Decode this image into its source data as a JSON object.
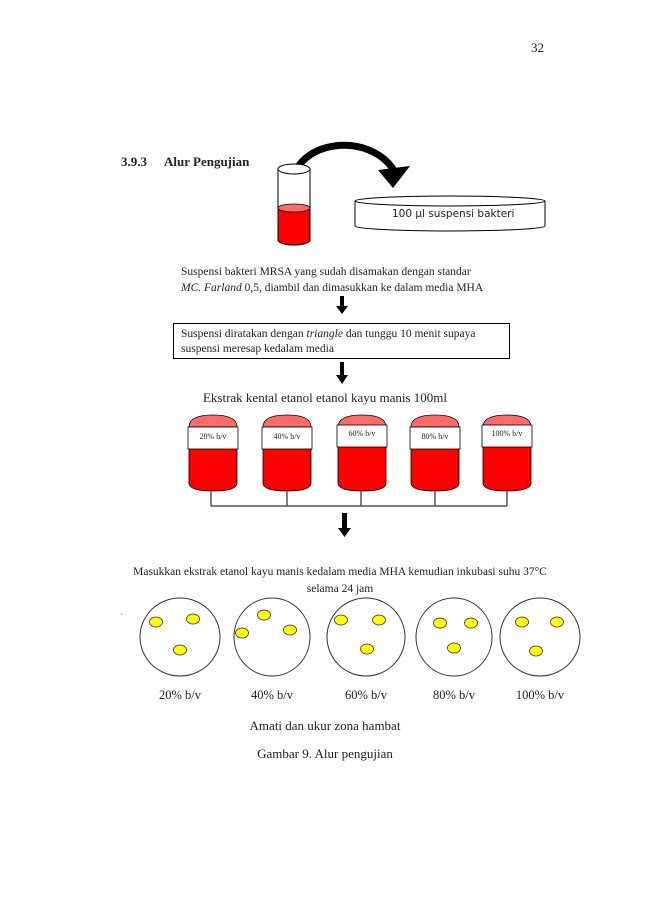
{
  "page": {
    "number": "32"
  },
  "section": {
    "number": "3.9.3",
    "title": "Alur Pengujian"
  },
  "figure": {
    "dish_label": "100 µl suspensi bakteri",
    "step1": {
      "line1": "Suspensi bakteri MRSA yang sudah disamakan dengan standar",
      "line2_italic": "MC. Farland",
      "line2_rest": " 0,5, diambil dan dimasukkan ke dalam media MHA"
    },
    "step2": {
      "part1": "Suspensi diratakan dengan ",
      "italic": "triangle",
      "part2": " dan tunggu 10 menit supaya",
      "line2": "suspensi meresap kedalam media"
    },
    "step3": {
      "title": "Ekstrak kental etanol etanol kayu manis 100ml"
    },
    "bottles": [
      {
        "label": "20% b/v"
      },
      {
        "label": "40% b/v"
      },
      {
        "label": "60% b/v"
      },
      {
        "label": "80% b/v"
      },
      {
        "label": "100% b/v"
      }
    ],
    "step4": {
      "line1": "Masukkan ekstrak etanol kayu manis kedalam media MHA kemudian inkubasi suhu 37°C",
      "line2": "selama 24 jam"
    },
    "stray_mark": "`",
    "plates": [
      {
        "label": "20% b/v"
      },
      {
        "label": "40% b/v"
      },
      {
        "label": "60% b/v"
      },
      {
        "label": "80% b/v"
      },
      {
        "label": "100% b/v"
      }
    ],
    "observe": "Amati dan ukur zona hambat",
    "caption": "Gambar 9. Alur pengujian",
    "colors": {
      "liquid": "#ff0000",
      "liquid_top": "#ff6b6b",
      "zone": "#ffff00",
      "stroke": "#000000"
    }
  }
}
